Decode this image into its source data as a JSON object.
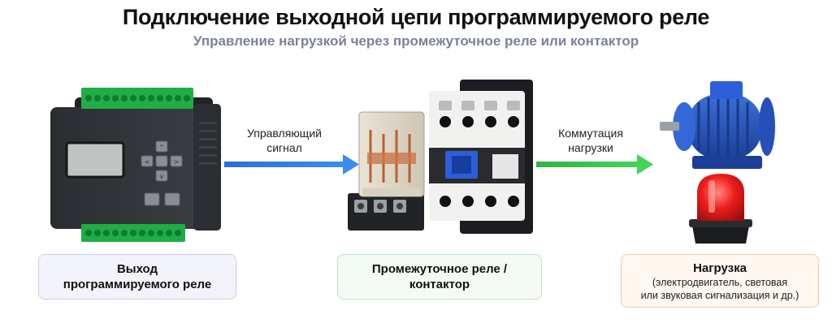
{
  "title": "Подключение выходной цепи программируемого реле",
  "subtitle": "Управление нагрузкой через промежуточное реле или контактор",
  "arrows": [
    {
      "label_line1": "Управляющий",
      "label_line2": "сигнал",
      "color": "#2f7de1"
    },
    {
      "label_line1": "Коммутация",
      "label_line2": "нагрузки",
      "color": "#3cc24a"
    }
  ],
  "boxes": [
    {
      "line1": "Выход",
      "line2": "программируемого реле"
    },
    {
      "line1": "Промежуточное реле /",
      "line2": "контактор"
    },
    {
      "heading": "Нагрузка",
      "line1": "(электродвигатель, световая",
      "line2": "или звуковая сигнализация и др.)"
    }
  ],
  "icons": [
    "programmable-relay-device",
    "intermediate-relay",
    "contactor",
    "electric-motor",
    "signal-beacon"
  ]
}
